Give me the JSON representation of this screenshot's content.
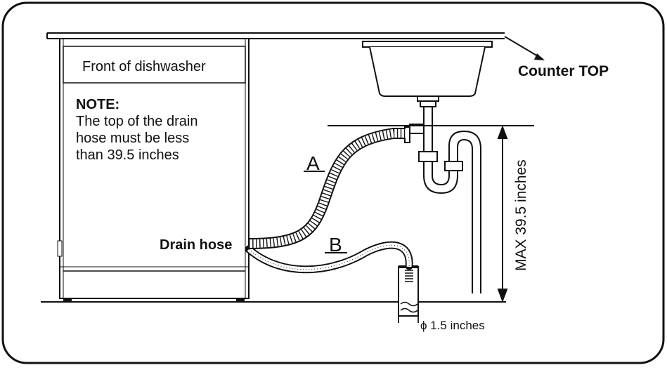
{
  "labels": {
    "front": "Front of dishwasher",
    "note_heading": "NOTE:",
    "note_lines": [
      "The top of the drain",
      "hose must be less",
      "than 39.5 inches"
    ],
    "counter_top": "Counter TOP",
    "drain_hose": "Drain hose",
    "option_a": "A",
    "option_b": "B",
    "max_height": "MAX 39.5 inches",
    "diameter": "ϕ 1.5 inches"
  },
  "colors": {
    "line": "#111111",
    "background": "#ffffff"
  }
}
